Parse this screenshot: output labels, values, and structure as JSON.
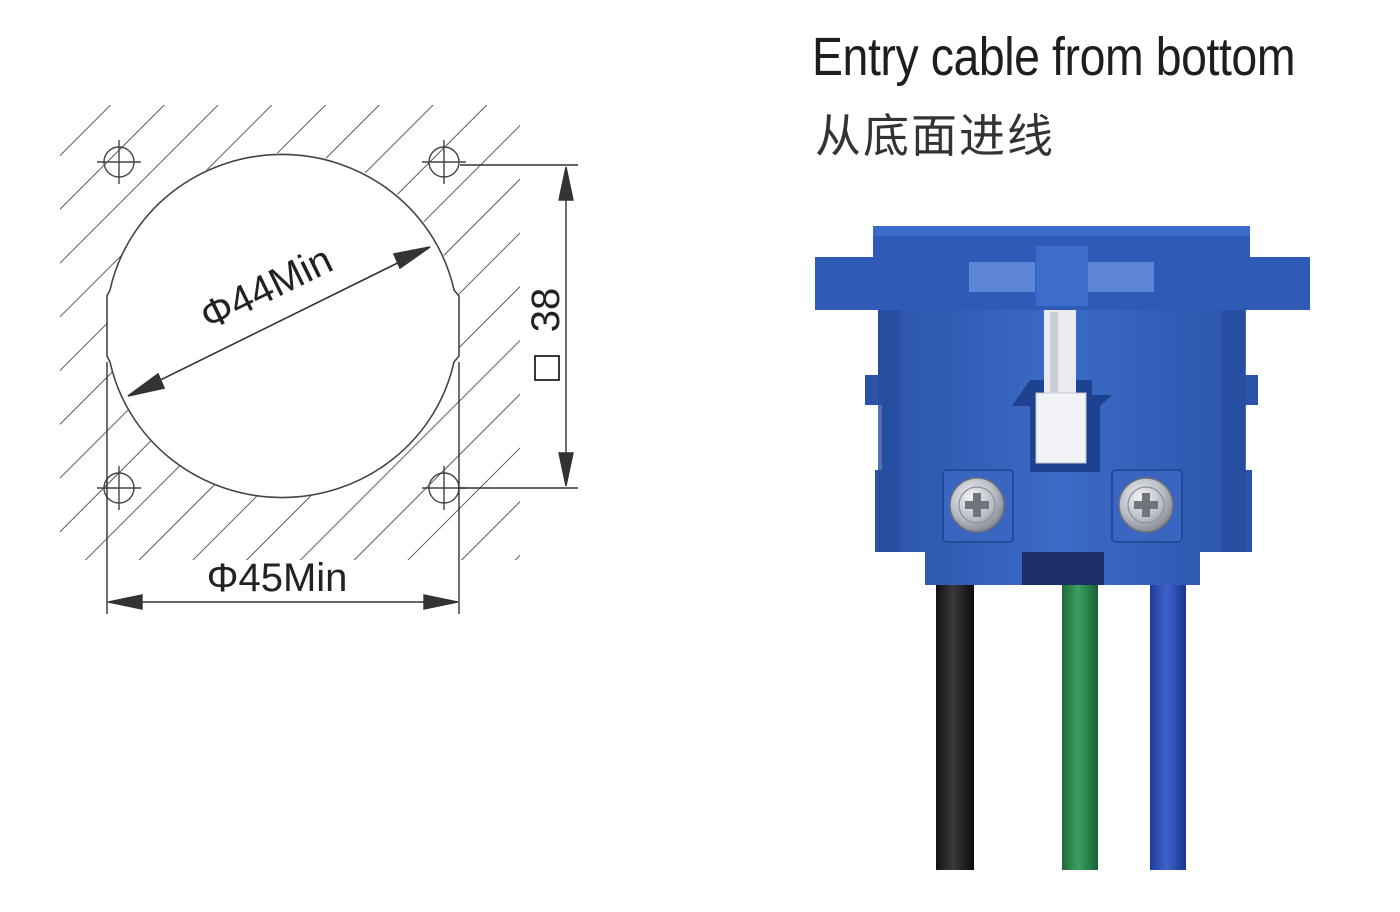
{
  "title": {
    "en": "Entry cable from bottom",
    "zh": "从底面进线"
  },
  "drawing": {
    "hole_diameter_label": "Φ44Min",
    "width_label": "Φ45Min",
    "square_value": "38",
    "square_symbol": "□"
  },
  "colors": {
    "housing_blue": "#2f5bb7",
    "wire_black": "#1a1a1a",
    "wire_green": "#2f8a4e",
    "wire_blue": "#2a4db3",
    "line": "#333333"
  }
}
